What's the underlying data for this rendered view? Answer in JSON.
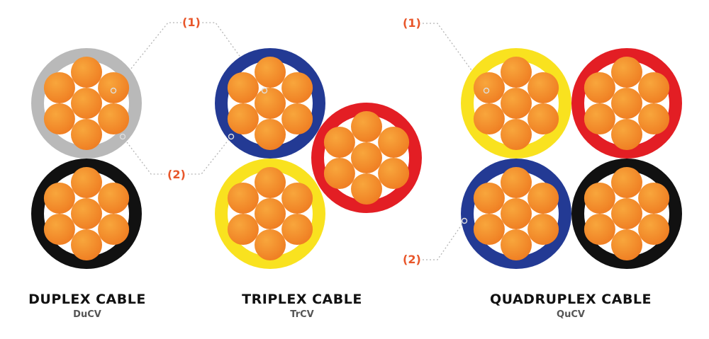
{
  "colors": {
    "conductor_light": "#f8a63c",
    "conductor_dark": "#ef7d22",
    "callout": "#e8562a",
    "leader": "#b5b5b5",
    "gap": "#ffffff"
  },
  "callouts": {
    "label_1": "(1)",
    "label_2": "(2)"
  },
  "groups": [
    {
      "id": "duplex",
      "title": "DUPLEX CABLE",
      "code": "DuCV",
      "insulation_colors": [
        "#b9b9b9",
        "#111111"
      ]
    },
    {
      "id": "triplex",
      "title": "TRIPLEX CABLE",
      "code": "TrCV",
      "insulation_colors": [
        "#233a94",
        "#e31e24",
        "#f9e21f"
      ]
    },
    {
      "id": "quadruplex",
      "title": "QUADRUPLEX CABLE",
      "code": "QuCV",
      "insulation_colors": [
        "#f9e21f",
        "#e31e24",
        "#233a94",
        "#111111"
      ]
    }
  ]
}
